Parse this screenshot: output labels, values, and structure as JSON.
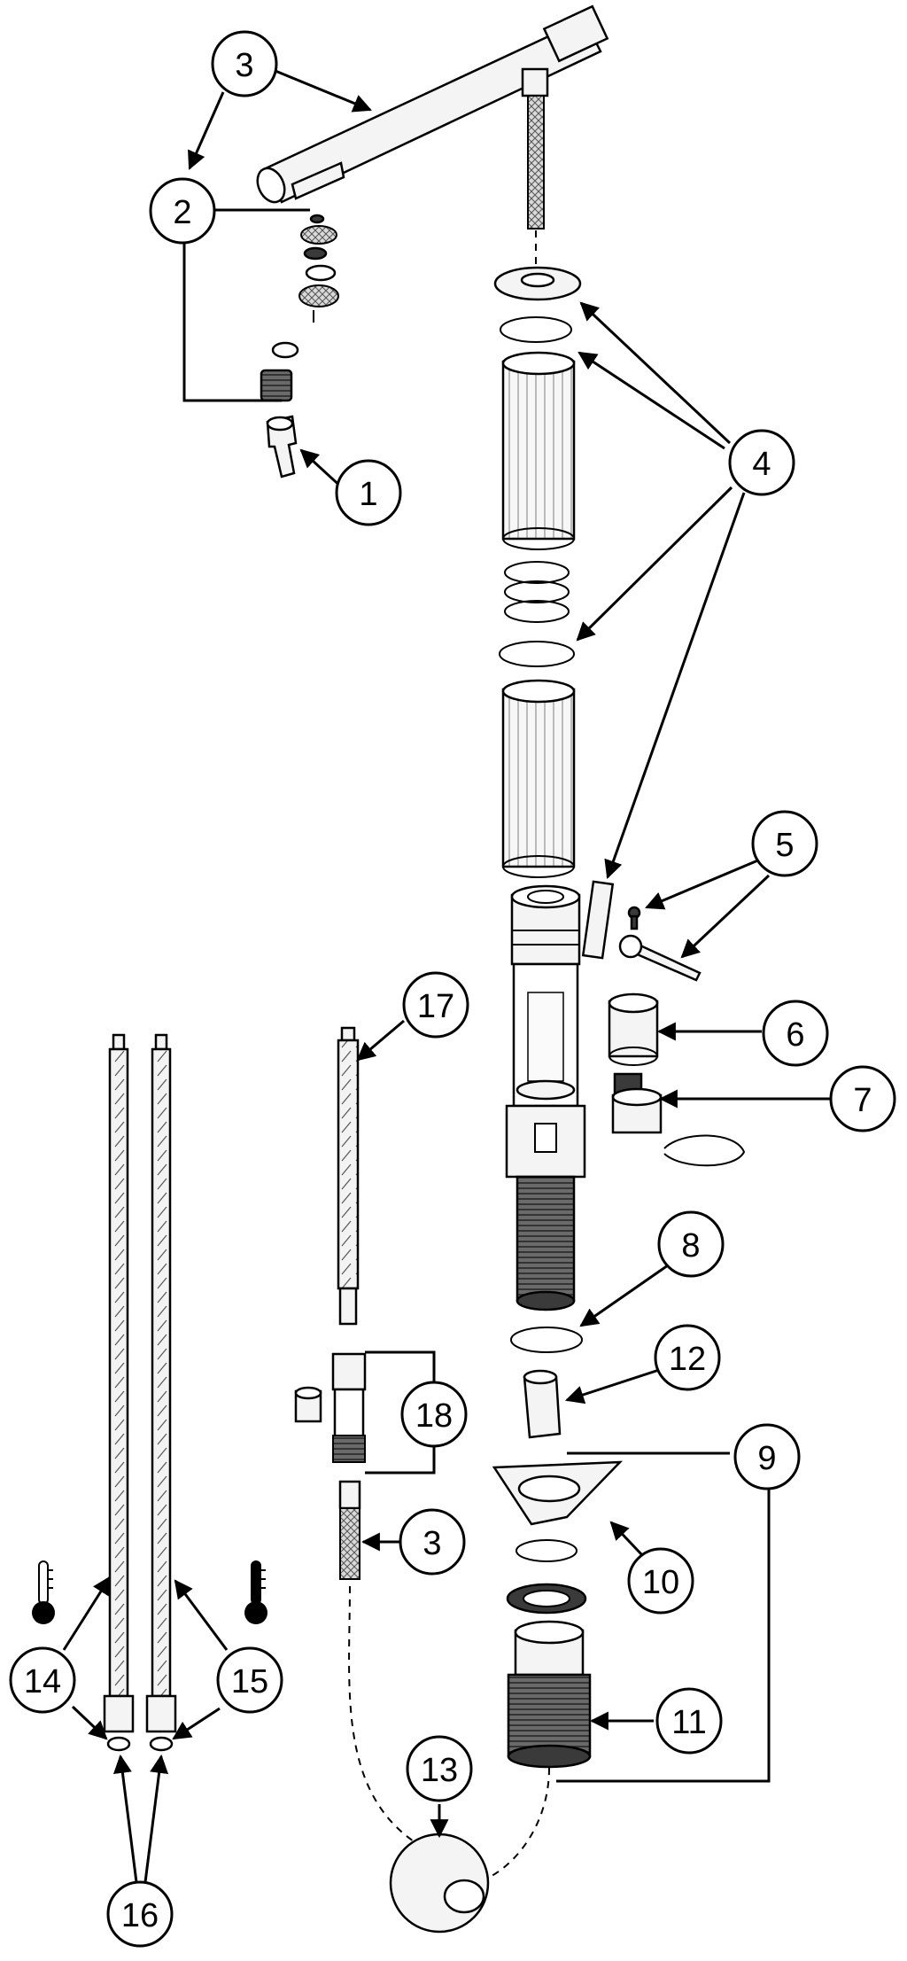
{
  "callouts": {
    "c1": "1",
    "c2": "2",
    "c3_top": "3",
    "c3_bottom": "3",
    "c4": "4",
    "c5": "5",
    "c6": "6",
    "c7": "7",
    "c8": "8",
    "c9": "9",
    "c10": "10",
    "c11": "11",
    "c12": "12",
    "c13": "13",
    "c14": "14",
    "c15": "15",
    "c16": "16",
    "c17": "17",
    "c18": "18"
  },
  "icons": {
    "cold": "thermometer-cold-icon",
    "hot": "thermometer-hot-icon"
  },
  "colors": {
    "line": "#000000",
    "part_fill": "#f4f4f4",
    "dark_fill": "#3a3a3a"
  }
}
